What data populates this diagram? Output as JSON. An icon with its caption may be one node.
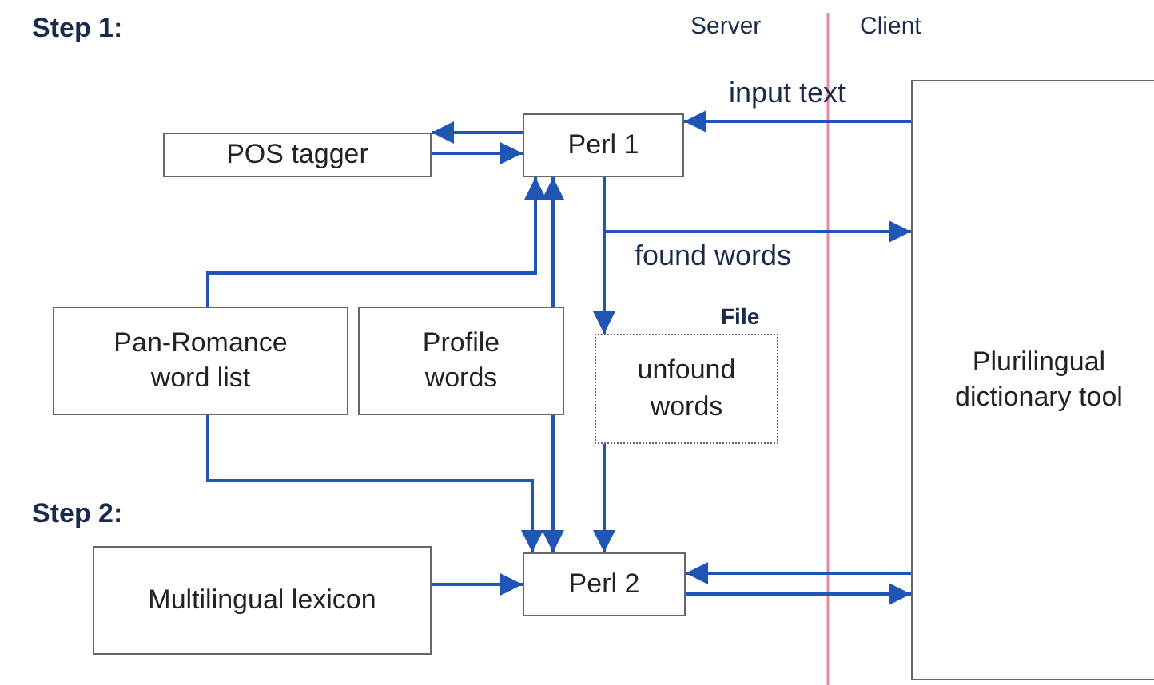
{
  "diagram": {
    "nodes": [
      {
        "text": [
          "POS tagger"
        ]
      },
      {
        "text": [
          "Perl 1"
        ]
      },
      {
        "text": [
          "Pan-Romance word list"
        ]
      },
      {
        "text": [
          "Profile words"
        ]
      },
      {
        "text": [
          "unfound words"
        ],
        "beside": [
          "File"
        ]
      },
      {
        "text": [
          "Plurilingual dictionary tool"
        ]
      },
      {
        "text": [
          "Multilingual lexicon"
        ]
      },
      {
        "text": [
          "Perl 2"
        ]
      }
    ],
    "edges": [
      {
        "from": 1,
        "to": 0,
        "arrow": "to"
      },
      {
        "from": 0,
        "to": 1,
        "arrow": "to"
      },
      {
        "from": 5,
        "to": 1,
        "arrow": "to",
        "label": "input text"
      },
      {
        "from": 2,
        "to": 1,
        "arrow": "to"
      },
      {
        "from": 3,
        "to": 1,
        "arrow": "to"
      },
      {
        "from": 1,
        "to": 4,
        "arrow": "to"
      },
      {
        "from": 1,
        "to": 5,
        "arrow": "to",
        "label": "found words"
      },
      {
        "from": 2,
        "to": 7,
        "arrow": "to"
      },
      {
        "from": 3,
        "to": 7,
        "arrow": "to"
      },
      {
        "from": 4,
        "to": 7,
        "arrow": "to"
      },
      {
        "from": 6,
        "to": 7,
        "arrow": "to"
      },
      {
        "from": 5,
        "to": 7,
        "arrow": "to"
      },
      {
        "from": 7,
        "to": 5,
        "arrow": "to"
      }
    ],
    "labels": [
      "Step 1:",
      "Server",
      "Client",
      "Step 2:"
    ]
  }
}
